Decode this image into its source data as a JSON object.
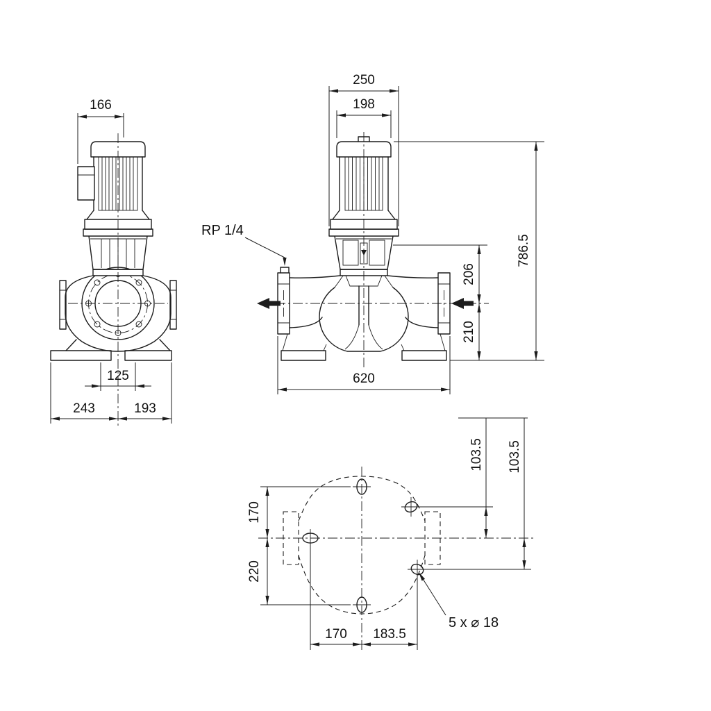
{
  "views": {
    "side": {
      "dims": {
        "motor_width": "166",
        "foot_holes": "125",
        "base_left": "243",
        "base_right": "193"
      }
    },
    "front": {
      "dims": {
        "stool_width": "250",
        "motor_width": "198",
        "center_to_seal": "206",
        "center_to_base": "210",
        "total_height": "786.5",
        "flange_to_flange": "620"
      },
      "labels": {
        "gauge_port": "RP 1/4"
      }
    },
    "plan": {
      "dims": {
        "top_hole": "170",
        "bottom_hole": "220",
        "upper_right_hole": "103.5",
        "lower_right_hole": "103.5",
        "left_hole": "170",
        "right_hole": "183.5"
      },
      "labels": {
        "bolt_holes": "5 x ⌀ 18"
      }
    }
  }
}
